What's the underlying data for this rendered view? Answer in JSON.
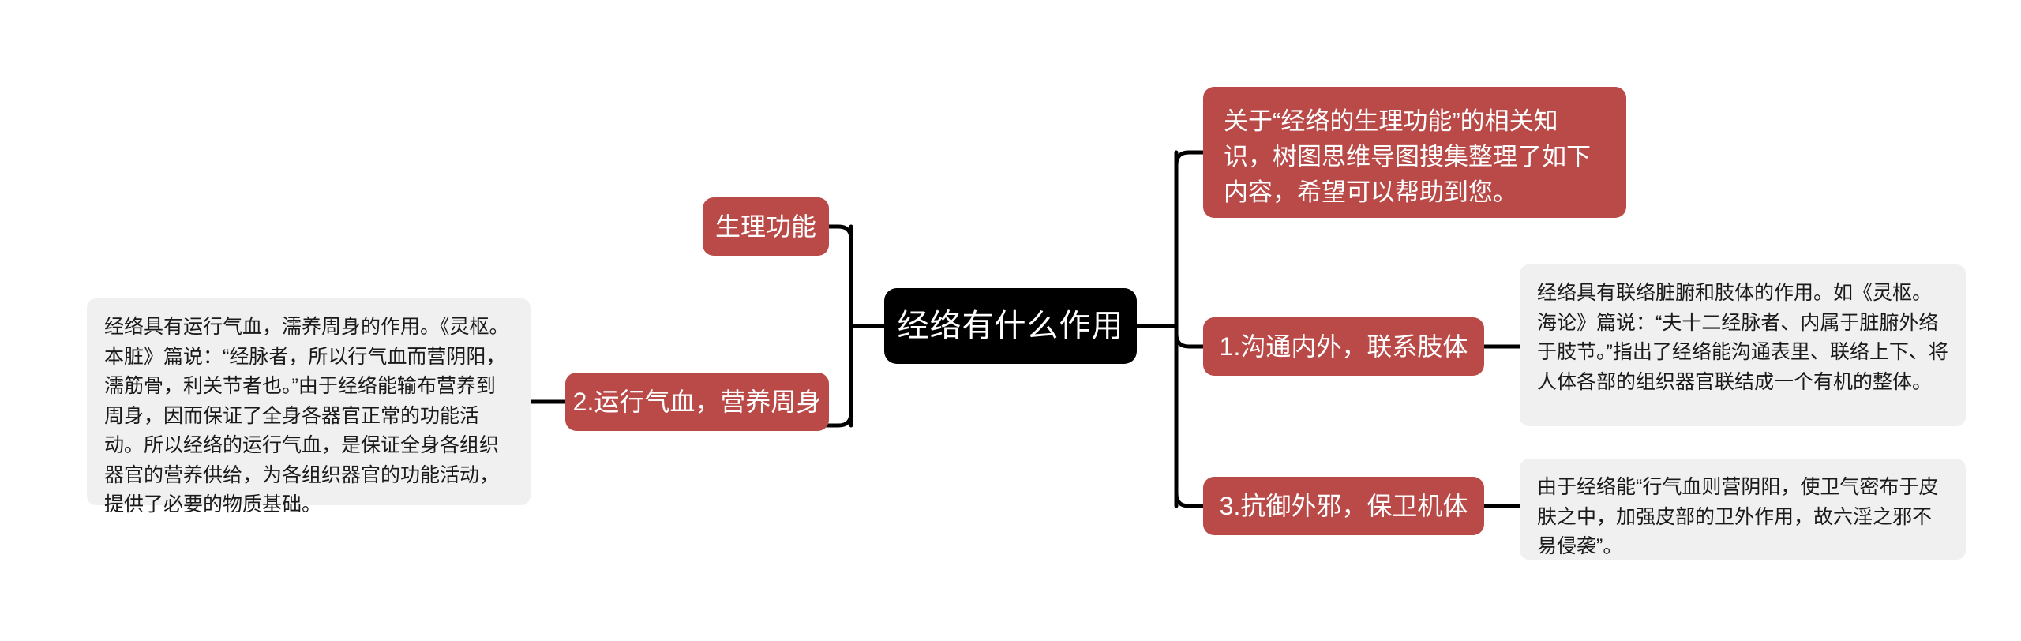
{
  "diagram": {
    "type": "mind-map",
    "background_color": "#ffffff",
    "accent_color": "#b94a48",
    "root_color": "#000000",
    "note_color": "#f0f0f0",
    "edge_color": "#000000"
  },
  "root": {
    "label": "经络有什么作用"
  },
  "left_branch": {
    "topics": [
      {
        "label": "生理功能"
      },
      {
        "label": "2.运行气血，营养周身"
      }
    ],
    "notes": [
      {
        "label": "经络具有运行气血，濡养周身的作用。《灵枢。本脏》篇说：“经脉者，所以行气血而营阴阳，濡筋骨，利关节者也。”由于经络能输布营养到周身，因而保证了全身各器官正常的功能活动。所以经络的运行气血，是保证全身各组织器官的营养供给，为各组织器官的功能活动，提供了必要的物质基础。"
      }
    ]
  },
  "right_branch": {
    "intro_note": {
      "label": "关于“经络的生理功能”的相关知识，树图思维导图搜集整理了如下内容，希望可以帮助到您。"
    },
    "topics": [
      {
        "label": "1.沟通内外，联系肢体"
      },
      {
        "label": "3.抗御外邪，保卫机体"
      }
    ],
    "notes": [
      {
        "label": "经络具有联络脏腑和肢体的作用。如《灵枢。海论》篇说：“夫十二经脉者、内属于脏腑外络于肢节。”指出了经络能沟通表里、联络上下、将人体各部的组织器官联结成一个有机的整体。"
      },
      {
        "label": "由于经络能“行气血则营阴阳，使卫气密布于皮肤之中，加强皮部的卫外作用，故六淫之邪不易侵袭”。"
      }
    ]
  }
}
